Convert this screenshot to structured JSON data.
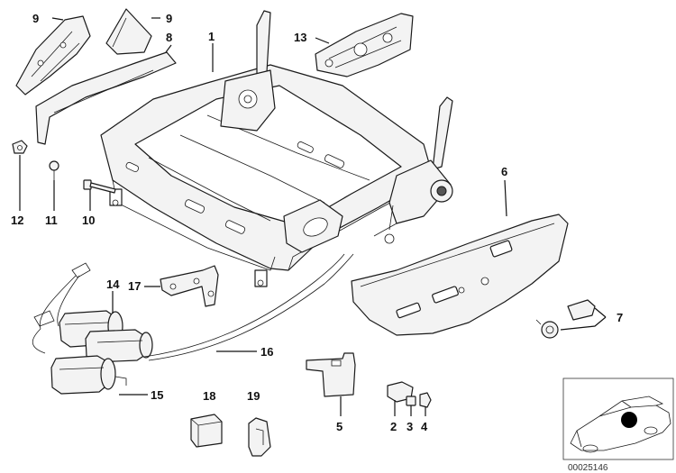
{
  "labels": {
    "p1": "1",
    "p2": "2",
    "p3": "3",
    "p4": "4",
    "p5": "5",
    "p6": "6",
    "p7": "7",
    "p8": "8",
    "p9a": "9",
    "p9b": "9",
    "p10": "10",
    "p11": "11",
    "p12": "12",
    "p13": "13",
    "p14": "14",
    "p15": "15",
    "p16": "16",
    "p17": "17",
    "p18": "18",
    "p19": "19"
  },
  "document_number": "00025146",
  "icons": {
    "inset": "car-locator-icon",
    "marker": "seat-position-dot-icon"
  },
  "colors": {
    "line": "#1a1a1a",
    "fill": "#f3f3f3",
    "dot": "#000000"
  }
}
